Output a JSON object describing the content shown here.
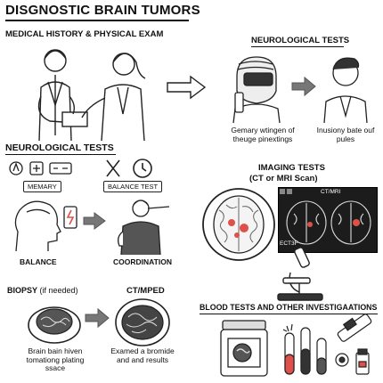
{
  "title": "DISGNOSTIC BRAIN TUMORS",
  "sections": {
    "history": {
      "heading": "MEDICAL HISTORY & PHYSICAL EXAM"
    },
    "neuro_top": {
      "heading": "NEUROLOGICAL TESTS",
      "caption_left": "Gemary wtingen of theuge pinextings",
      "caption_right": "Inusiony bate ouf pules"
    },
    "neuro_left": {
      "heading": "NEUROLOGICAL TESTS",
      "memory_box": "MEMARY",
      "balance_box": "BALANCE TEST",
      "balance_label": "BALANCE",
      "coordination_label": "COORDINATION"
    },
    "imaging": {
      "heading_line1": "IMAGING TESTS",
      "heading_line2": "(CT or MRI Scan)",
      "scan_label_top": "CT/MRI",
      "scan_label_bottom": "ECT3F"
    },
    "biopsy": {
      "heading": "BIOPSY",
      "heading_note": "(if needed)",
      "caption": "Brain bain hiven tomationg plating ssace"
    },
    "ctmped": {
      "heading": "CT/MPED",
      "caption": "Examed a bromide and and results"
    },
    "blood": {
      "heading": "BLOOD TESTS AND OTHER INVESTIGAATIONS"
    }
  },
  "colors": {
    "accent_red": "#e0504a",
    "dark_scan": "#1c1c1c",
    "ink": "#111111"
  }
}
